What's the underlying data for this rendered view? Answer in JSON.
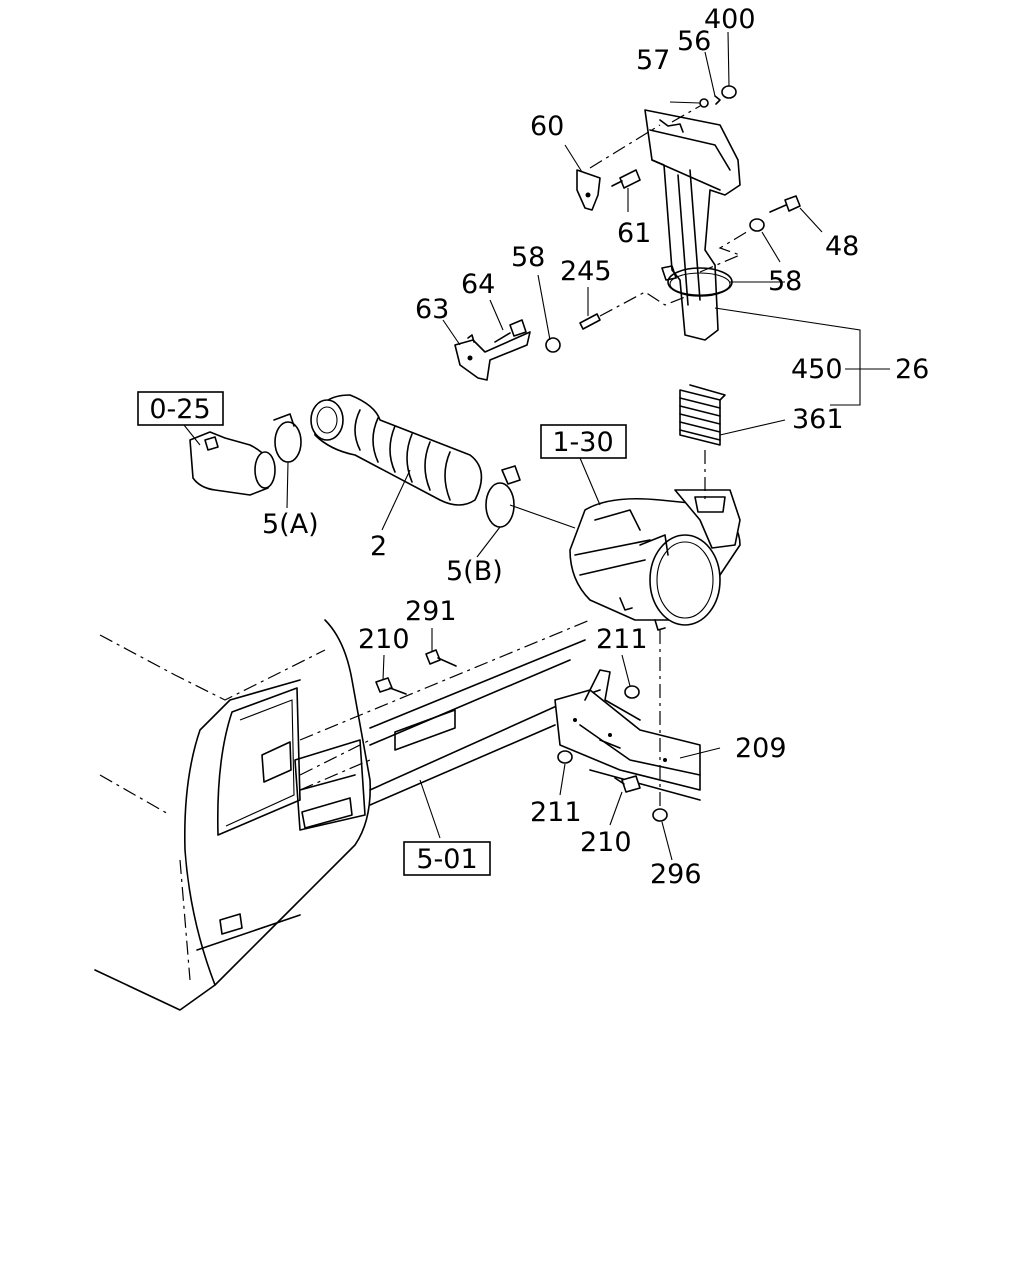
{
  "labels": {
    "p400": "400",
    "p56": "56",
    "p57": "57",
    "p60": "60",
    "p61": "61",
    "p48": "48",
    "p58a": "58",
    "p58b": "58",
    "p245": "245",
    "p64": "64",
    "p63": "63",
    "p450": "450",
    "p26": "26",
    "p361": "361",
    "p5a": "5(A)",
    "p2": "2",
    "p5b": "5(B)",
    "p291": "291",
    "p210a": "210",
    "p211a": "211",
    "p209": "209",
    "p211b": "211",
    "p210b": "210",
    "p296": "296"
  },
  "refs": {
    "r025": "0-25",
    "r130": "1-30",
    "r501": "5-01"
  }
}
